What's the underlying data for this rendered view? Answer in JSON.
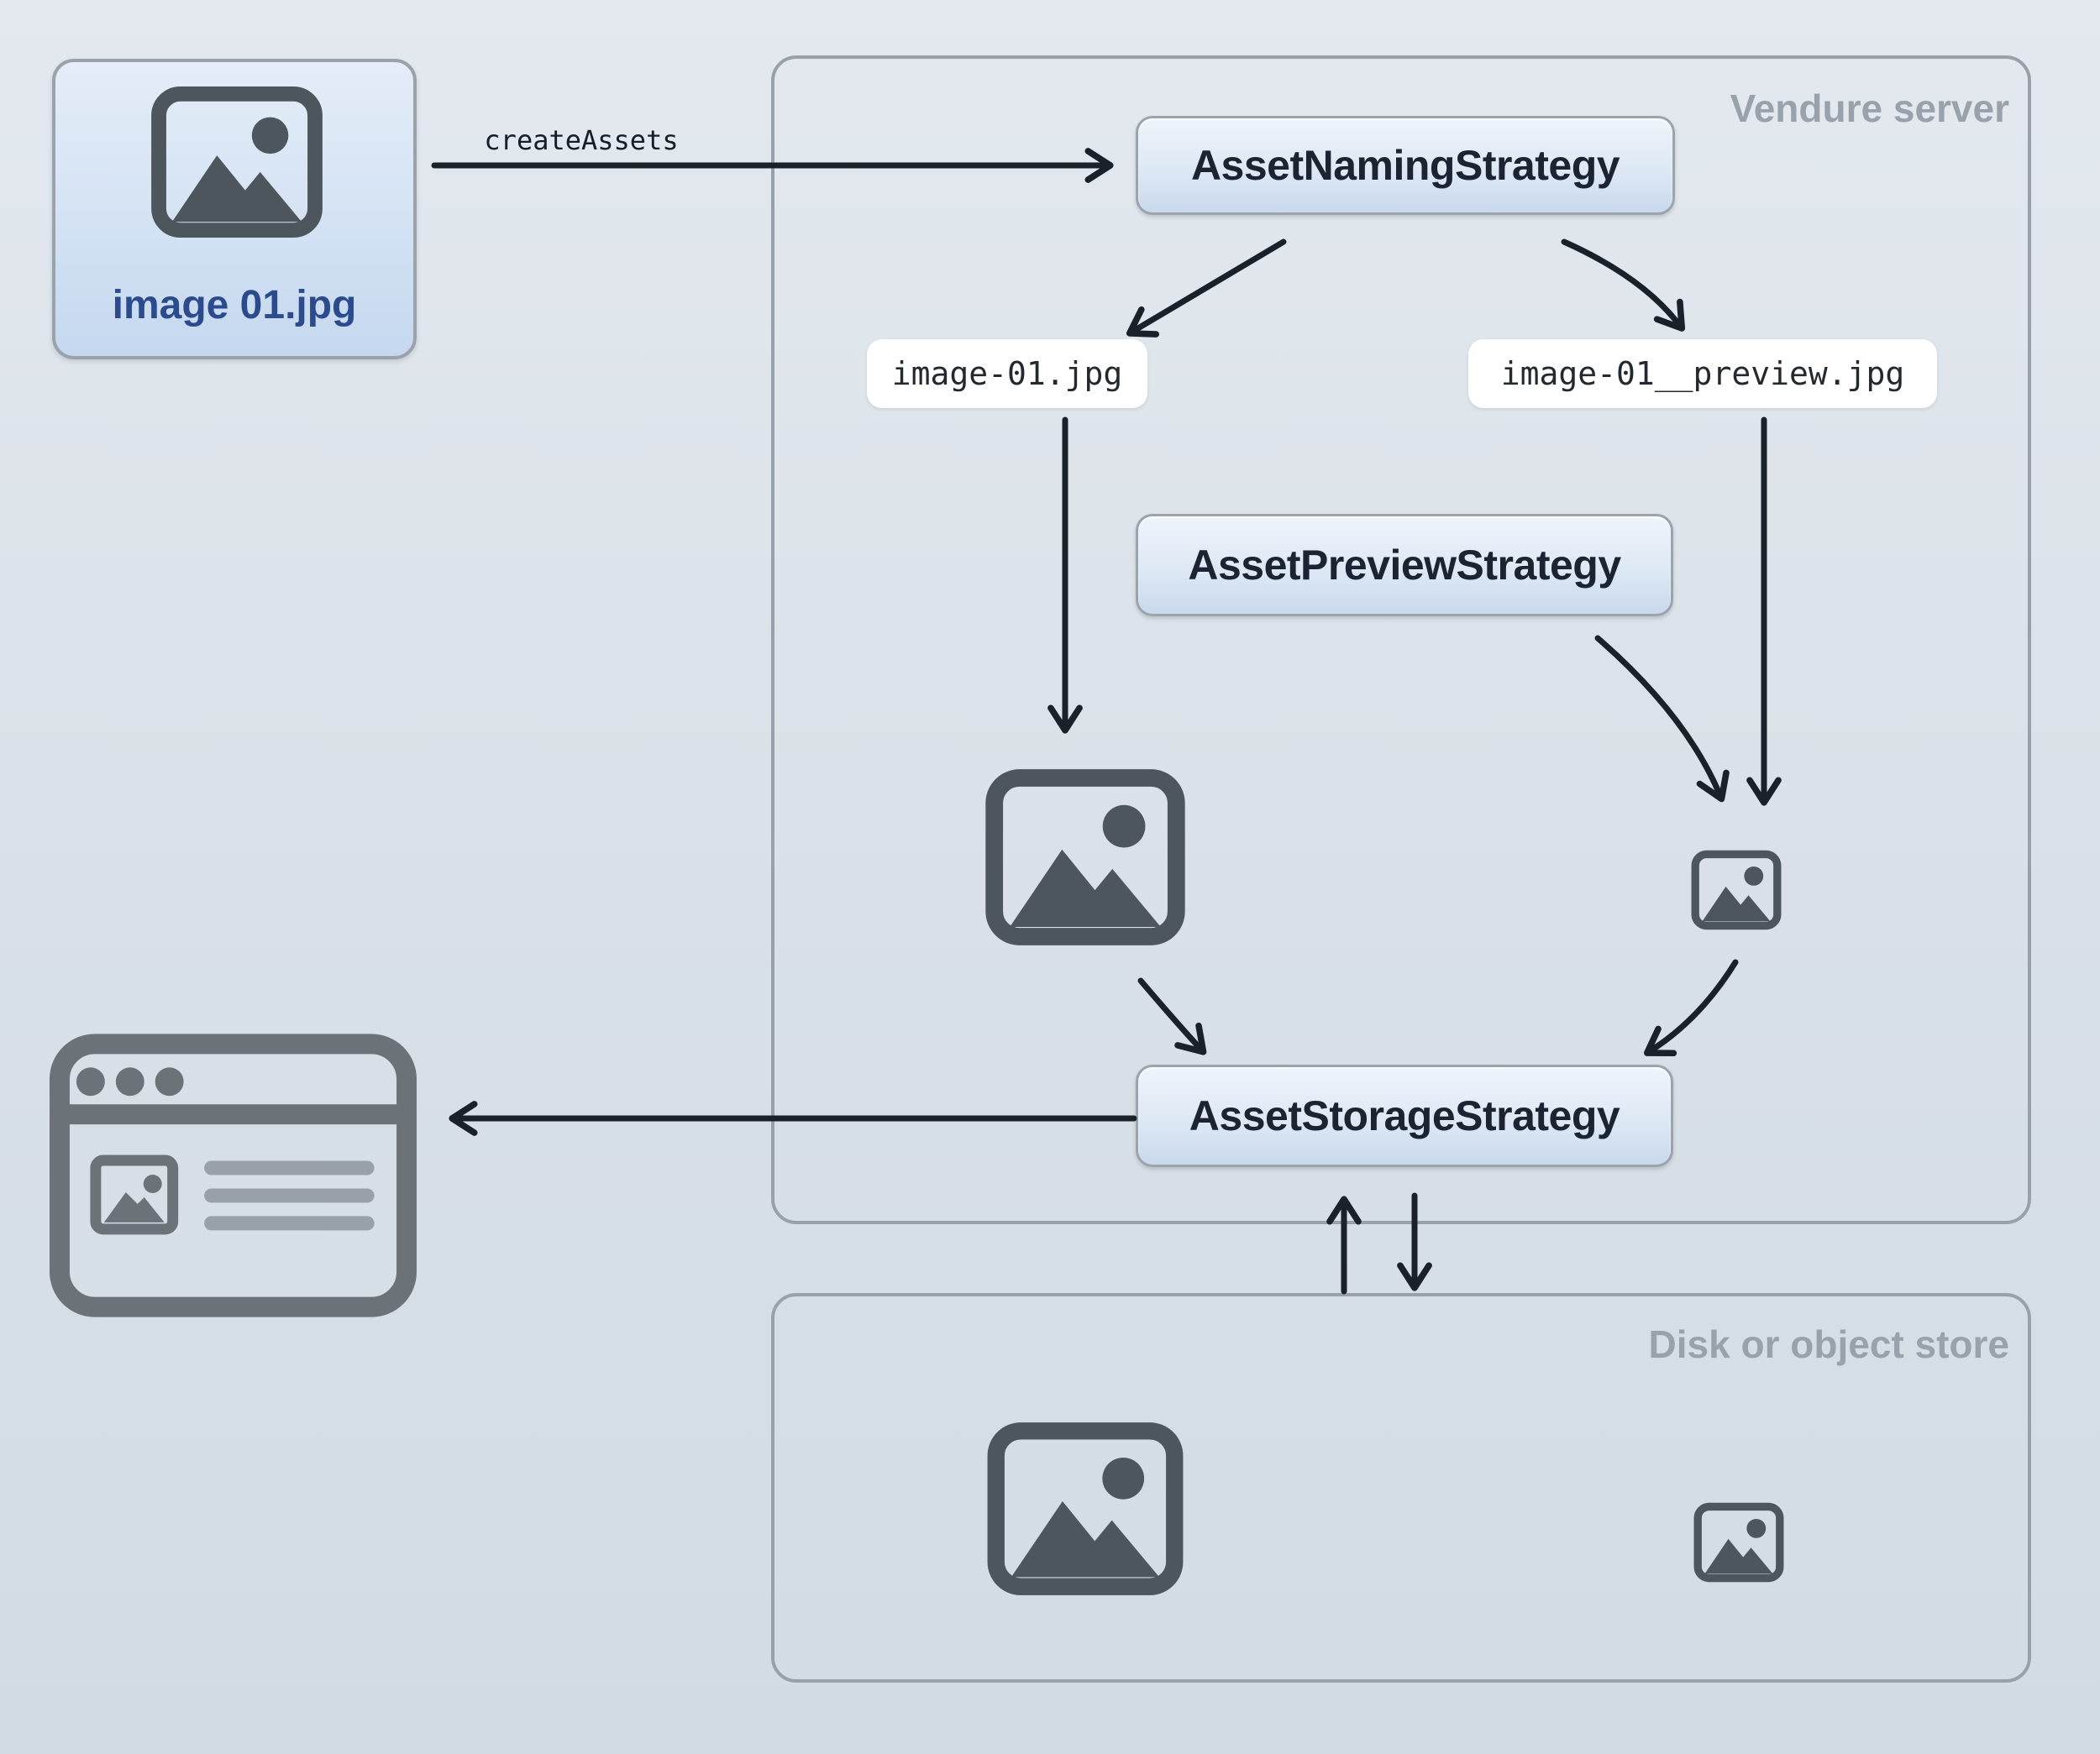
{
  "diagram": {
    "source_file": {
      "label": "image 01.jpg"
    },
    "edge_create_assets": {
      "label": "createAssets"
    },
    "vendure_server": {
      "label": "Vendure server",
      "asset_naming_strategy": "AssetNamingStrategy",
      "asset_preview_strategy": "AssetPreviewStrategy",
      "asset_storage_strategy": "AssetStorageStrategy",
      "file_original": "image-01.jpg",
      "file_preview": "image-01__preview.jpg"
    },
    "disk_store": {
      "label": "Disk or object store"
    },
    "icons": {
      "source_image": "image-icon",
      "vendure_original_asset": "image-icon-large",
      "vendure_preview_asset": "image-icon-small",
      "stored_original_asset": "image-icon-large",
      "stored_preview_asset": "image-icon-small",
      "browser_window": "browser-window-icon"
    },
    "colors": {
      "background_top": "#e3e9ee",
      "background_bottom": "#d2dbe3",
      "container_border": "#98a1a9",
      "container_label": "#99a2ab",
      "node_fill_top": "#eff4fb",
      "node_fill_bottom": "#c8d9ec",
      "node_border": "#9ba4ad",
      "node_text": "#1c2433",
      "source_caption": "#2b4b8c",
      "pill_background": "#ffffff",
      "pill_text": "#23292f",
      "arrow": "#1b2129",
      "image_icon": "#4d565c",
      "browser_icon": "#6b7278",
      "browser_text_lines": "#99a1a8"
    }
  }
}
